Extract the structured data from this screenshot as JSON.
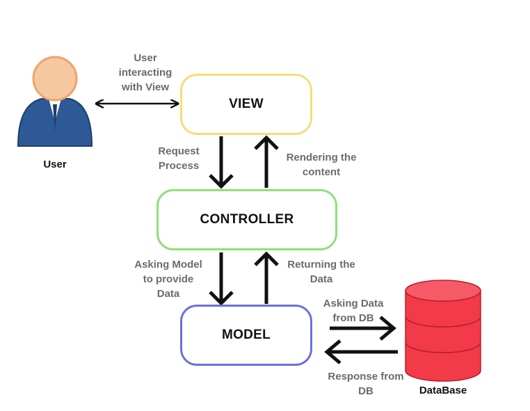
{
  "nodes": {
    "view": {
      "label": "VIEW",
      "border_color": "#f5dd7a"
    },
    "controller": {
      "label": "CONTROLLER",
      "border_color": "#8fe07a"
    },
    "model": {
      "label": "MODEL",
      "border_color": "#6e6ee0"
    }
  },
  "actors": {
    "user": {
      "label": "User",
      "icon": "user-icon",
      "suit_color": "#2d5a96",
      "skin_color": "#f6c8a0"
    },
    "database": {
      "label": "DataBase",
      "icon": "database-icon",
      "color": "#f23a48"
    }
  },
  "edges": {
    "user_view": "User\ninteracting\nwith View",
    "view_to_controller": "Request\nProcess",
    "controller_to_view": "Rendering the\ncontent",
    "controller_to_model": "Asking Model\nto provide\nData",
    "model_to_controller": "Returning the\nData",
    "model_to_db": "Asking Data\nfrom DB",
    "db_to_model": "Response from\nDB"
  }
}
